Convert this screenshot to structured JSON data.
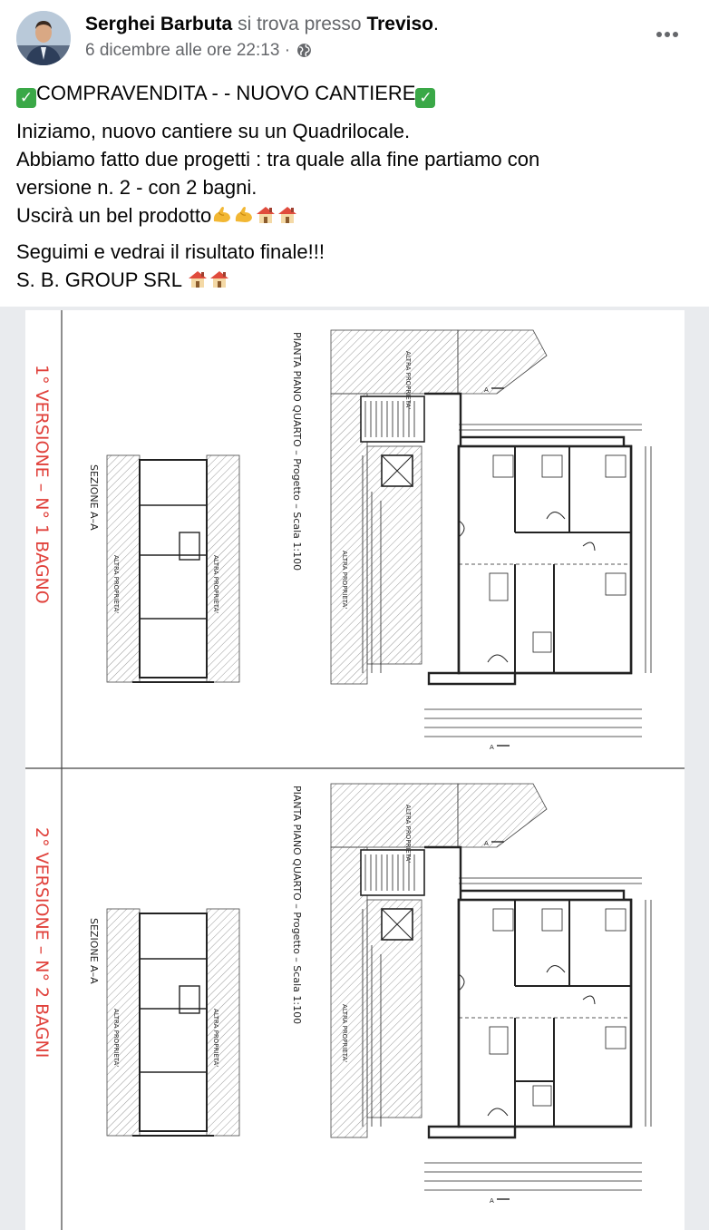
{
  "post": {
    "author": "Serghei Barbuta",
    "location_prefix": "si trova presso",
    "location": "Treviso",
    "location_suffix": ".",
    "timestamp": "6 dicembre alle ore 22:13",
    "timestamp_sep": "·",
    "privacy_icon": "globe-icon",
    "more_icon": "more-horizontal-icon",
    "title": "COMPRAVENDITA - - NUOVO CANTIERE",
    "lines": [
      "Iniziamo, nuovo cantiere su un Quadrilocale.",
      "Abbiamo fatto due progetti : tra quale alla fine partiamo con",
      "versione n. 2 - con 2 bagni.",
      "Uscirà un bel prodotto"
    ],
    "lines2": [
      "Seguimi e vedrai il risultato finale!!!",
      "S. B. GROUP SRL"
    ]
  },
  "plan": {
    "v1_label": "1° VERSIONE  –  N° 1 BAGNO",
    "v2_label": "2° VERSIONE  –  N° 2 BAGNI",
    "section_label": "SEZIONE A–A",
    "plan_title": "PIANTA PIANO QUARTO – Progetto – Scala 1:100",
    "altra": "ALTRA PROPRIETA'",
    "accent": "#e0403a"
  }
}
